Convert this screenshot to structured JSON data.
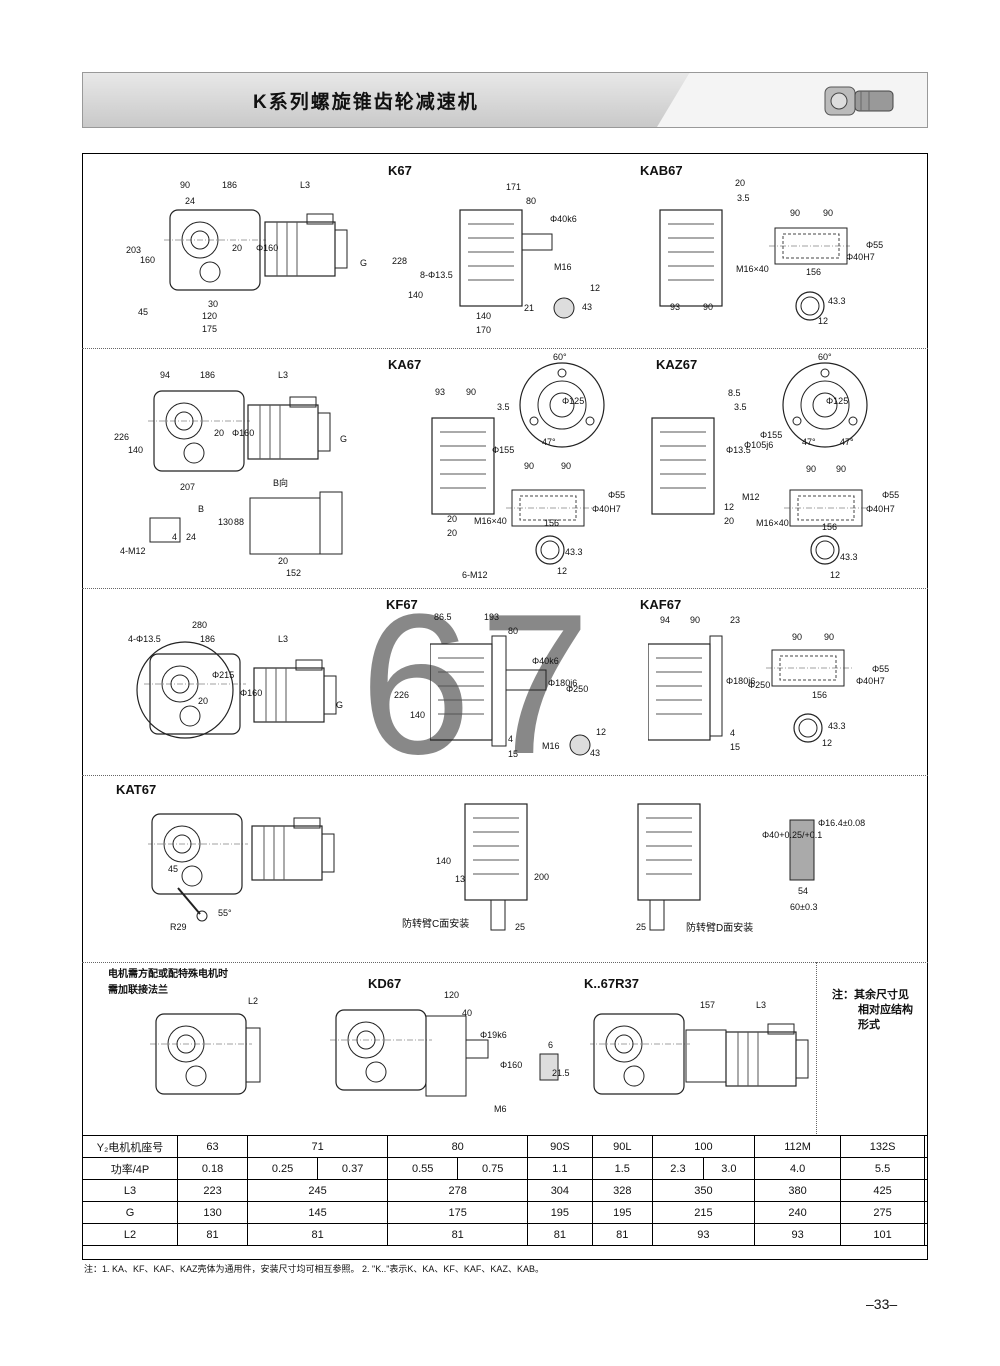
{
  "header": {
    "title": "K系列螺旋锥齿轮减速机"
  },
  "sections": {
    "k67": {
      "label": "K67",
      "dims": [
        "90",
        "186",
        "L3",
        "24",
        "203",
        "160",
        "20",
        "Φ160",
        "G",
        "30",
        "120",
        "175",
        "45"
      ]
    },
    "k67_side": {
      "dims": [
        "171",
        "80",
        "Φ40k6",
        "228",
        "140",
        "8-Φ13.5",
        "M16",
        "12",
        "43",
        "140",
        "170",
        "21"
      ]
    },
    "kab67": {
      "label": "KAB67",
      "dims": [
        "20",
        "3.5",
        "90",
        "90",
        "Φ55",
        "Φ40H7",
        "M16×40",
        "156",
        "93",
        "90",
        "43.3",
        "12"
      ]
    },
    "ka67": {
      "label": "KA67",
      "dims": [
        "94",
        "186",
        "L3",
        "226",
        "140",
        "20",
        "Φ160",
        "G",
        "207",
        "B",
        "B向",
        "130",
        "88",
        "4-M12",
        "4",
        "24",
        "20",
        "152",
        "93",
        "90",
        "3.5",
        "Φ155",
        "60°",
        "Φ125",
        "47°",
        "90",
        "90",
        "Φ55",
        "Φ40H7",
        "M16×40",
        "156",
        "20",
        "20",
        "6-M12",
        "43.3",
        "12"
      ]
    },
    "kaz67": {
      "label": "KAZ67",
      "dims": [
        "60°",
        "Φ125",
        "47°",
        "47°",
        "8.5",
        "3.5",
        "Φ13.5",
        "Φ105j6",
        "Φ155",
        "M12",
        "12",
        "20",
        "90",
        "90",
        "Φ55",
        "Φ40H7",
        "M16×40",
        "156",
        "43.3",
        "12"
      ]
    },
    "kf67": {
      "label": "KF67",
      "dims": [
        "280",
        "4-Φ13.5",
        "186",
        "L3",
        "Φ215",
        "Φ160",
        "20",
        "G",
        "86.5",
        "193",
        "80",
        "Φ40k6",
        "Φ180j6",
        "Φ250",
        "226",
        "140",
        "4",
        "15",
        "M16",
        "12",
        "43"
      ]
    },
    "kaf67": {
      "label": "KAF67",
      "dims": [
        "94",
        "90",
        "23",
        "Φ180j6",
        "Φ250",
        "90",
        "90",
        "Φ55",
        "Φ40H7",
        "156",
        "4",
        "15",
        "43.3",
        "12"
      ]
    },
    "kat67": {
      "label": "KAT67",
      "dims": [
        "45",
        "R29",
        "55°",
        "140",
        "13",
        "200",
        "25",
        "25",
        "Φ40+0.25/+0.1",
        "Φ16.4±0.08",
        "54",
        "60±0.3"
      ],
      "captions": [
        "防转臂C面安装",
        "防转臂D面安装"
      ]
    },
    "flange_note": {
      "text1": "电机需方配或配特殊电机时",
      "text2": "需加联接法兰",
      "dims": [
        "L2"
      ]
    },
    "kd67": {
      "label": "KD67",
      "dims": [
        "120",
        "40",
        "Φ19k6",
        "Φ160",
        "M6",
        "6",
        "21.5"
      ]
    },
    "k67r37": {
      "label": "K..67R37",
      "dims": [
        "157",
        "L3"
      ]
    },
    "side_note": {
      "lines": [
        "注：其余尺寸见",
        "相对应结构",
        "形式"
      ]
    }
  },
  "watermark": "67",
  "spec_table": {
    "rows": [
      {
        "head": "Y₂电机机座号",
        "cells": [
          "63",
          "71",
          "80",
          "90S",
          "90L",
          "100",
          "112M",
          "132S",
          ""
        ]
      },
      {
        "head": "功率/4P",
        "cells": [
          "0.18",
          "0.25",
          "0.37",
          "0.55",
          "0.75",
          "1.1",
          "1.5",
          "2.3",
          "3.0",
          "4.0",
          "5.5",
          ""
        ]
      },
      {
        "head": "L3",
        "cells": [
          "223",
          "245",
          "278",
          "304",
          "328",
          "350",
          "380",
          "425",
          ""
        ]
      },
      {
        "head": "G",
        "cells": [
          "130",
          "145",
          "175",
          "195",
          "195",
          "215",
          "240",
          "275",
          ""
        ]
      },
      {
        "head": "L2",
        "cells": [
          "81",
          "81",
          "81",
          "81",
          "81",
          "93",
          "93",
          "101",
          ""
        ]
      }
    ]
  },
  "footnote": "注：1. KA、KF、KAF、KAZ壳体为通用件，安装尺寸均可相互参照。    2. \"K..\"表示K、KA、KF、KAF、KAZ、KAB。",
  "page_number": "–33–"
}
